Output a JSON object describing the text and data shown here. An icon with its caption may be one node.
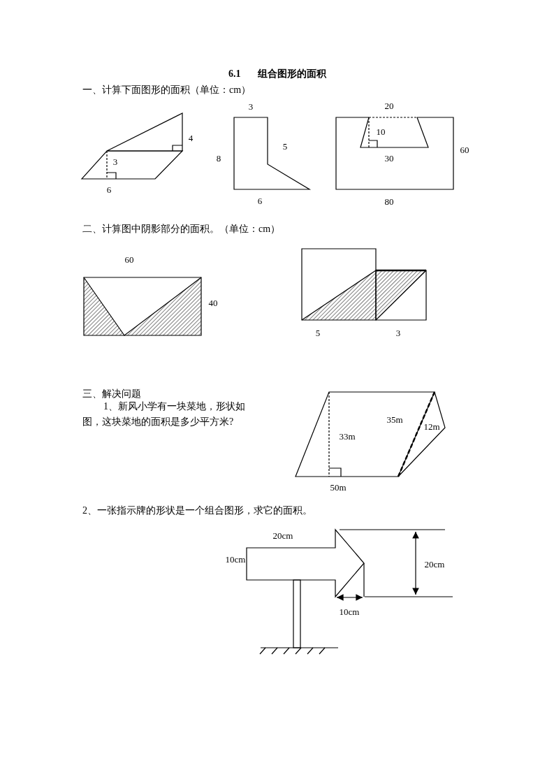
{
  "diagram": {
    "title": "6.1 组合图形的面积",
    "labels": [
      "一、计算下面图形的面积（单位：cm）",
      "4",
      "3",
      "6",
      "3",
      "5",
      "8",
      "6",
      "20",
      "10",
      "30",
      "60",
      "80",
      "二、计算图中阴影部分的面积。（单位：cm）",
      "60",
      "40",
      "5",
      "3",
      "三、解决问题",
      "1、新风小学有一块菜地，形状如图，这块菜地的面积是多少平方米?",
      "35m",
      "33m",
      "12m",
      "50m",
      "2、一张指示牌的形状是一个组合图形，求它的面积。",
      "20cm",
      "10cm",
      "20cm",
      "10cm"
    ]
  }
}
